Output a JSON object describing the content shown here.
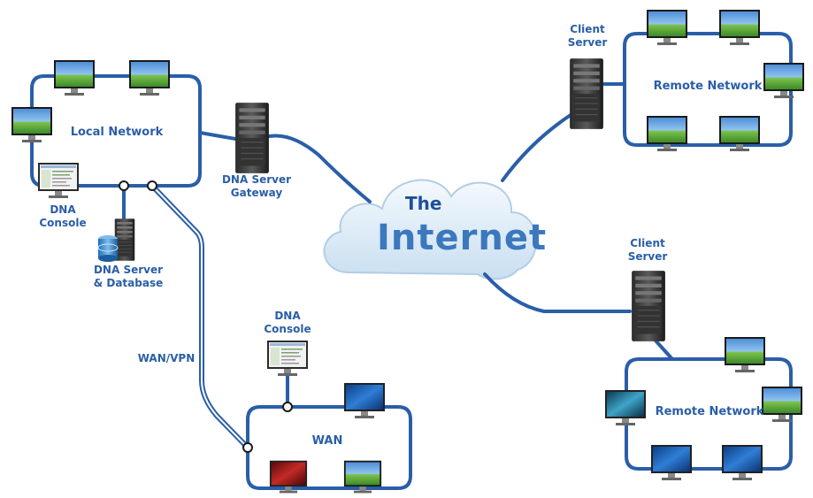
{
  "diagram": {
    "cloud": {
      "line1": "The",
      "line2": "Internet"
    },
    "labels": {
      "local_network": "Local Network",
      "dna_console_local": "DNA\nConsole",
      "dna_server_db": "DNA Server\n& Database",
      "dna_server_gateway": "DNA Server\nGateway",
      "client_server_top": "Client\nServer",
      "remote_network_top": "Remote Network",
      "client_server_bottom": "Client\nServer",
      "remote_network_bottom": "Remote Network",
      "wan_vpn": "WAN/VPN",
      "dna_console_wan": "DNA\nConsole",
      "wan": "WAN"
    }
  },
  "colors": {
    "line": "#2a5ea8",
    "label": "#2a5ea8",
    "cloud_fill": "#dbe9f5"
  },
  "icons": [
    "monitor-icon",
    "server-tower-icon",
    "database-icon",
    "console-monitor-icon",
    "cloud-icon",
    "junction-node-icon"
  ]
}
